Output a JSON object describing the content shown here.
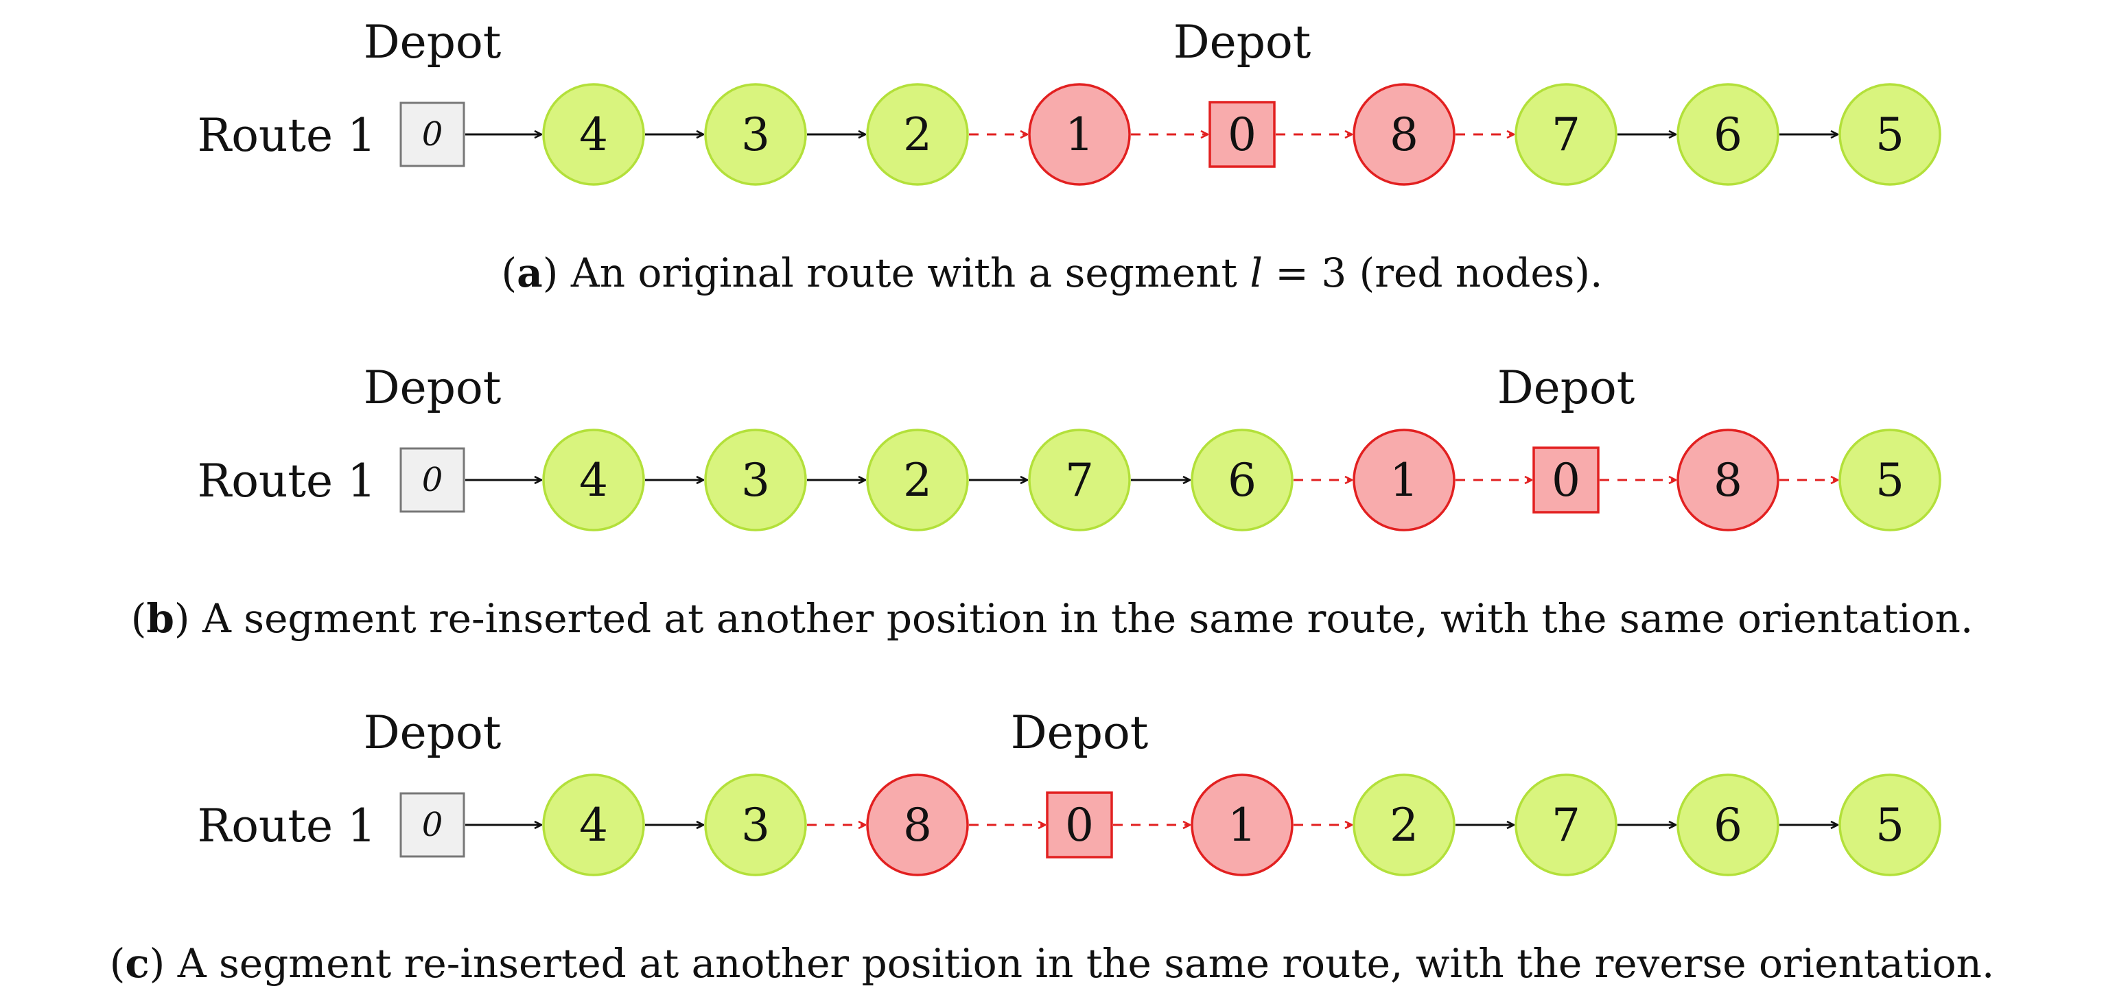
{
  "colors": {
    "green_fill": "#d9f47e",
    "green_stroke": "#b3e03a",
    "red_fill": "#f8abac",
    "red_stroke": "#e22020",
    "start_fill": "#f0f0f0",
    "start_stroke": "#777777",
    "edge_black": "#111111",
    "edge_red": "#e22020"
  },
  "panels": [
    {
      "id": "a",
      "route_label": "Route 1",
      "start_label": "Depot",
      "start_value": "0",
      "inner_depot_label": "Depot",
      "nodes": [
        {
          "label": "4",
          "kind": "customer",
          "segment": false
        },
        {
          "label": "3",
          "kind": "customer",
          "segment": false
        },
        {
          "label": "2",
          "kind": "customer",
          "segment": false
        },
        {
          "label": "1",
          "kind": "customer",
          "segment": true
        },
        {
          "label": "0",
          "kind": "depot",
          "segment": true
        },
        {
          "label": "8",
          "kind": "customer",
          "segment": true
        },
        {
          "label": "7",
          "kind": "customer",
          "segment": false
        },
        {
          "label": "6",
          "kind": "customer",
          "segment": false
        },
        {
          "label": "5",
          "kind": "customer",
          "segment": false
        }
      ],
      "edges": [
        "solid",
        "solid",
        "solid",
        "dashed",
        "dashed",
        "dashed",
        "dashed",
        "solid",
        "solid"
      ],
      "caption": {
        "letter": "a",
        "text_before": ") An original route with a segment ",
        "math_var": "l",
        "text_after": " = 3 (red nodes)."
      }
    },
    {
      "id": "b",
      "route_label": "Route 1",
      "start_label": "Depot",
      "start_value": "0",
      "inner_depot_label": "Depot",
      "nodes": [
        {
          "label": "4",
          "kind": "customer",
          "segment": false
        },
        {
          "label": "3",
          "kind": "customer",
          "segment": false
        },
        {
          "label": "2",
          "kind": "customer",
          "segment": false
        },
        {
          "label": "7",
          "kind": "customer",
          "segment": false
        },
        {
          "label": "6",
          "kind": "customer",
          "segment": false
        },
        {
          "label": "1",
          "kind": "customer",
          "segment": true
        },
        {
          "label": "0",
          "kind": "depot",
          "segment": true
        },
        {
          "label": "8",
          "kind": "customer",
          "segment": true
        },
        {
          "label": "5",
          "kind": "customer",
          "segment": false
        }
      ],
      "edges": [
        "solid",
        "solid",
        "solid",
        "solid",
        "solid",
        "dashed",
        "dashed",
        "dashed",
        "dashed"
      ],
      "caption": {
        "letter": "b",
        "text_before": ") A segment re-inserted at another position in the same route, with the same orientation.",
        "math_var": "",
        "text_after": ""
      }
    },
    {
      "id": "c",
      "route_label": "Route 1",
      "start_label": "Depot",
      "start_value": "0",
      "inner_depot_label": "Depot",
      "nodes": [
        {
          "label": "4",
          "kind": "customer",
          "segment": false
        },
        {
          "label": "3",
          "kind": "customer",
          "segment": false
        },
        {
          "label": "8",
          "kind": "customer",
          "segment": true
        },
        {
          "label": "0",
          "kind": "depot",
          "segment": true
        },
        {
          "label": "1",
          "kind": "customer",
          "segment": true
        },
        {
          "label": "2",
          "kind": "customer",
          "segment": false
        },
        {
          "label": "7",
          "kind": "customer",
          "segment": false
        },
        {
          "label": "6",
          "kind": "customer",
          "segment": false
        },
        {
          "label": "5",
          "kind": "customer",
          "segment": false
        }
      ],
      "edges": [
        "solid",
        "solid",
        "dashed",
        "dashed",
        "dashed",
        "dashed",
        "solid",
        "solid",
        "solid"
      ],
      "caption": {
        "letter": "c",
        "text_before": ") A segment re-inserted at another position in the same route, with the reverse orientation.",
        "math_var": "",
        "text_after": ""
      }
    }
  ]
}
